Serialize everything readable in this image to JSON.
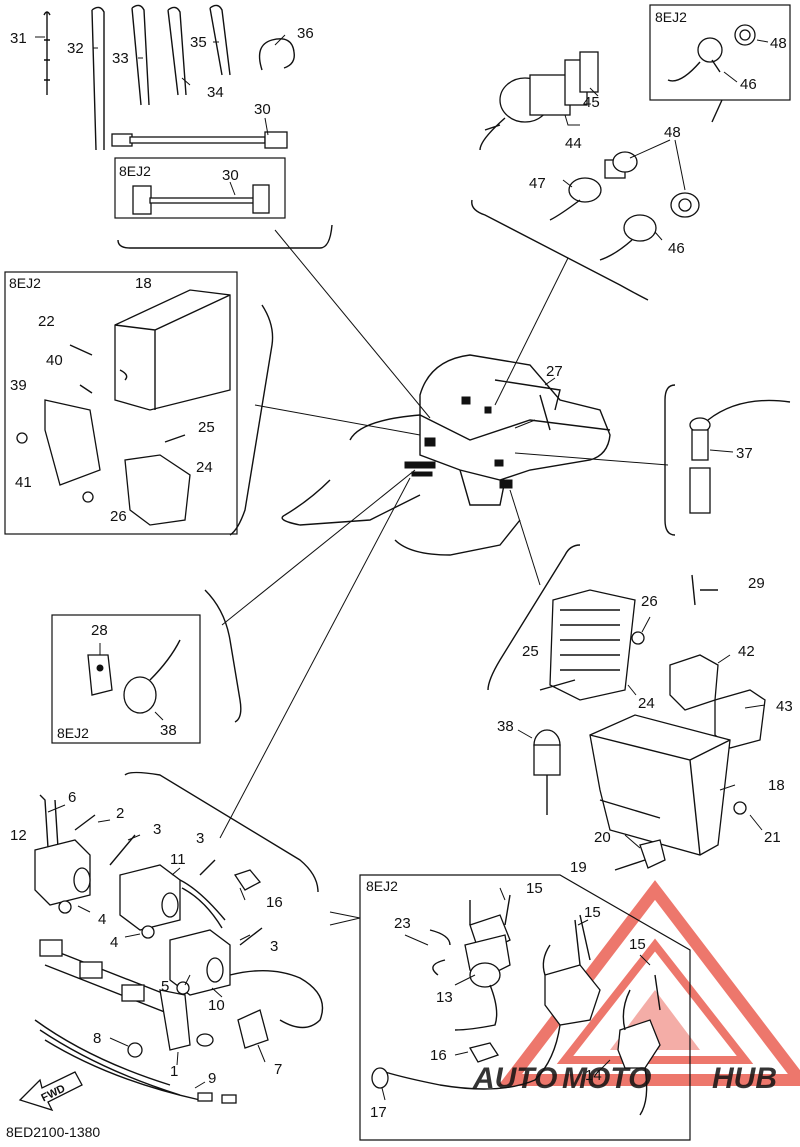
{
  "figure_code": "8ED2100-1380",
  "fwd_label": "FWD",
  "variant_label": "8EJ2",
  "watermark": {
    "word1": "AUTO",
    "word2": "MOTO",
    "word3": "HUB",
    "accent": "#e84a3c",
    "dark": "#2a3a4a"
  },
  "callouts": [
    {
      "id": "c31",
      "text": "31"
    },
    {
      "id": "c32",
      "text": "32"
    },
    {
      "id": "c33",
      "text": "33"
    },
    {
      "id": "c34",
      "text": "34"
    },
    {
      "id": "c35",
      "text": "35"
    },
    {
      "id": "c36",
      "text": "36"
    },
    {
      "id": "c30a",
      "text": "30"
    },
    {
      "id": "c30b",
      "text": "30"
    },
    {
      "id": "c48a",
      "text": "48"
    },
    {
      "id": "c46a",
      "text": "46"
    },
    {
      "id": "c45",
      "text": "45"
    },
    {
      "id": "c44",
      "text": "44"
    },
    {
      "id": "c48b",
      "text": "48"
    },
    {
      "id": "c47",
      "text": "47"
    },
    {
      "id": "c46b",
      "text": "46"
    },
    {
      "id": "c18a",
      "text": "18"
    },
    {
      "id": "c22",
      "text": "22"
    },
    {
      "id": "c40",
      "text": "40"
    },
    {
      "id": "c39",
      "text": "39"
    },
    {
      "id": "c41",
      "text": "41"
    },
    {
      "id": "c25a",
      "text": "25"
    },
    {
      "id": "c24a",
      "text": "24"
    },
    {
      "id": "c26a",
      "text": "26"
    },
    {
      "id": "c27",
      "text": "27"
    },
    {
      "id": "c37",
      "text": "37"
    },
    {
      "id": "c28",
      "text": "28"
    },
    {
      "id": "c38a",
      "text": "38"
    },
    {
      "id": "c29",
      "text": "29"
    },
    {
      "id": "c26b",
      "text": "26"
    },
    {
      "id": "c42",
      "text": "42"
    },
    {
      "id": "c43",
      "text": "43"
    },
    {
      "id": "c25b",
      "text": "25"
    },
    {
      "id": "c24b",
      "text": "24"
    },
    {
      "id": "c38b",
      "text": "38"
    },
    {
      "id": "c18b",
      "text": "18"
    },
    {
      "id": "c20",
      "text": "20"
    },
    {
      "id": "c21",
      "text": "21"
    },
    {
      "id": "c19",
      "text": "19"
    },
    {
      "id": "c6",
      "text": "6"
    },
    {
      "id": "c2",
      "text": "2"
    },
    {
      "id": "c3a",
      "text": "3"
    },
    {
      "id": "c12",
      "text": "12"
    },
    {
      "id": "c3b",
      "text": "3"
    },
    {
      "id": "c11",
      "text": "11"
    },
    {
      "id": "c4a",
      "text": "4"
    },
    {
      "id": "c16a",
      "text": "16"
    },
    {
      "id": "c4b",
      "text": "4"
    },
    {
      "id": "c3c",
      "text": "3"
    },
    {
      "id": "c5",
      "text": "5"
    },
    {
      "id": "c10",
      "text": "10"
    },
    {
      "id": "c8",
      "text": "8"
    },
    {
      "id": "c1",
      "text": "1"
    },
    {
      "id": "c7",
      "text": "7"
    },
    {
      "id": "c9",
      "text": "9"
    },
    {
      "id": "c15a",
      "text": "15"
    },
    {
      "id": "c23",
      "text": "23"
    },
    {
      "id": "c15b",
      "text": "15"
    },
    {
      "id": "c15c",
      "text": "15"
    },
    {
      "id": "c13",
      "text": "13"
    },
    {
      "id": "c16b",
      "text": "16"
    },
    {
      "id": "c14",
      "text": "14"
    },
    {
      "id": "c17",
      "text": "17"
    }
  ]
}
